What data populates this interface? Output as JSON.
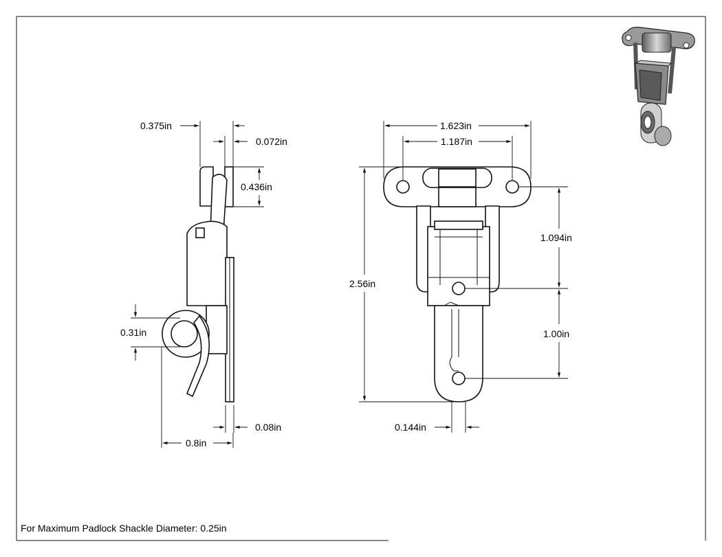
{
  "note": "For Maximum Padlock Shackle Diameter: 0.25in",
  "dimensions": {
    "side_top_offset": "0.375in",
    "side_plate_thickness": "0.072in",
    "side_top_height": "0.436in",
    "side_loop_diameter": "0.31in",
    "side_base_thickness": "0.08in",
    "side_overall_depth": "0.8in",
    "front_overall_width": "1.623in",
    "front_hole_spacing": "1.187in",
    "front_overall_height": "2.56in",
    "front_upper_span": "1.094in",
    "front_lower_span": "1.00in",
    "front_slot_width": "0.144in"
  },
  "colors": {
    "line": "#111111",
    "shade_dark": "#5a5a5a",
    "shade_mid": "#9a9a9a",
    "shade_light": "#d8d8d8"
  }
}
